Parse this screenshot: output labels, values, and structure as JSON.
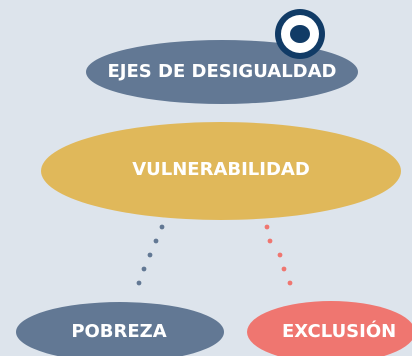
{
  "diagram": {
    "colors": {
      "background": "#dde4ec",
      "blue_node": "#627894",
      "yellow_node": "#e0b85a",
      "red_node": "#ef7670",
      "eye_icon": "#113b66",
      "left_dots": "#627894",
      "right_dots": "#ef7670",
      "label_text": "#ffffff"
    },
    "nodes": {
      "top": {
        "label": "EJES DE DESIGUALDAD",
        "icon": "eye-icon"
      },
      "middle": {
        "label": "VULNERABILIDAD"
      },
      "left": {
        "label": "POBREZA"
      },
      "right": {
        "label": "EXCLUSIÓN"
      }
    }
  }
}
